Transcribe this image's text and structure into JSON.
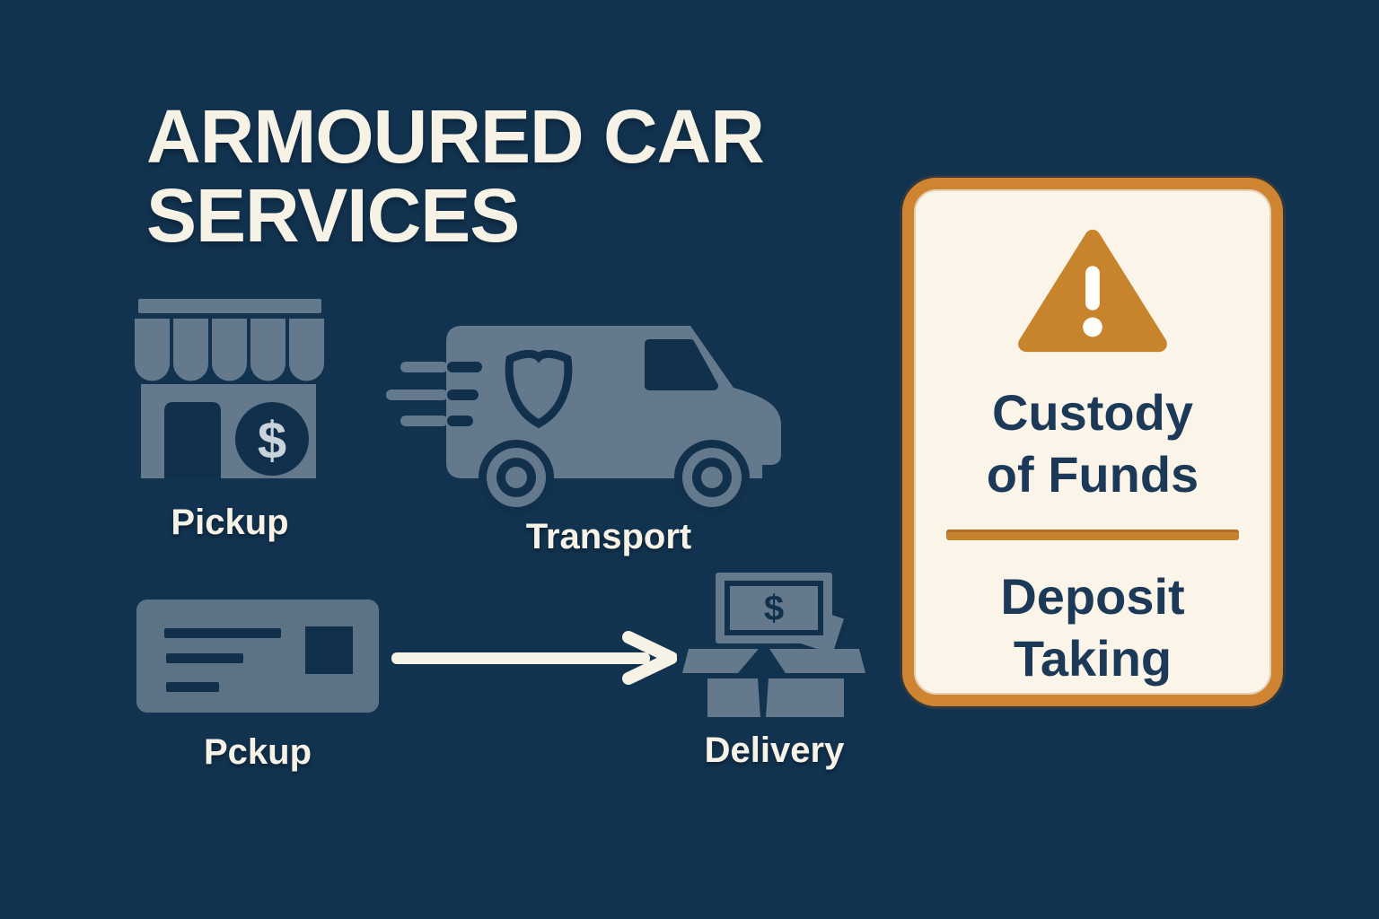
{
  "title": {
    "line1": "ARMOURED CAR",
    "line2": "SERVICES"
  },
  "steps": {
    "pickup": {
      "label": "Pickup",
      "icon": "storefront-icon",
      "badge_symbol": "$"
    },
    "transport": {
      "label": "Transport",
      "icon": "armoured-van-icon"
    },
    "pickup2": {
      "label": "Pckup",
      "icon": "document-card-icon"
    },
    "delivery": {
      "label": "Delivery",
      "icon": "open-box-cash-icon",
      "banknote_symbol": "$"
    }
  },
  "warning_card": {
    "icon": "warning-triangle-icon",
    "item1_line1": "Custody",
    "item1_line2": "of Funds",
    "item2_line1": "Deposit",
    "item2_line2": "Taking"
  },
  "colors": {
    "bg": "#12334F",
    "slate": "#64798C",
    "slate2": "#5C7386",
    "deep": "#11304B",
    "cream": "#F7F2E6",
    "light_gray": "#C9D3DC",
    "card_bg": "#FAF5E8",
    "orange": "#CE8430",
    "triangle_orange": "#C8832D",
    "divider": "#C8812F",
    "navy_text": "#1C3A58",
    "exclaim": "#FFFDF7"
  }
}
